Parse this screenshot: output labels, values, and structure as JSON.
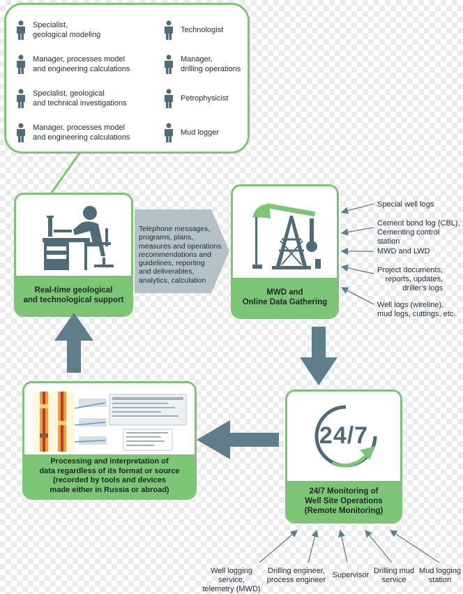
{
  "roles": [
    {
      "label": "Specialist,\ngeological modeling"
    },
    {
      "label": "Manager, processes model\nand engineering calculations"
    },
    {
      "label": "Specialist, geological\nand technical investigations"
    },
    {
      "label": "Manager, processes model\nand engineering calculations"
    },
    {
      "label": "Technologist"
    },
    {
      "label": "Manager,\ndrilling operations"
    },
    {
      "label": "Petrophysicist"
    },
    {
      "label": "Mud logger"
    }
  ],
  "support_box": {
    "label": "Real-time geological\nand technological support"
  },
  "flow_text": "Telephone messages,\nprograms, plans,\nmeasures and operations\nrecommendations and\nguidelines, reporting\nand deliverables,\nanalytics, calculation",
  "mwd_box": {
    "label": "MWD and\nOnline Data Gathering"
  },
  "mwd_inputs": [
    "Special well logs",
    "Cement bond log (CBL),\nCementing control station",
    "MWD and LWD",
    "Project documents,\nreports, updates,\ndriller's logs",
    "Well logs (wireline),\nmud logs, cuttings, etc."
  ],
  "processing_box": {
    "label": "Processing and interpretation of\ndata regardless of its format or source\n(recorded by tools and devices\nmade either in Russia or abroad)"
  },
  "monitoring_box": {
    "clock_text": "24/7",
    "label": "24/7 Monitoring of\nWell Site Operations\n(Remote Monitoring)"
  },
  "monitoring_inputs": [
    "Well logging service,\ntelemetry (MWD)",
    "Drilling engineer,\nprocess engineer",
    "Supervisor",
    "Drilling mud\nservice",
    "Mud logging\nstation"
  ],
  "colors": {
    "accent_green": "#7cc576",
    "arrow_slate": "#5e7e8c",
    "gray_flow": "#b4c1c7",
    "icon": "#4f6b78"
  }
}
